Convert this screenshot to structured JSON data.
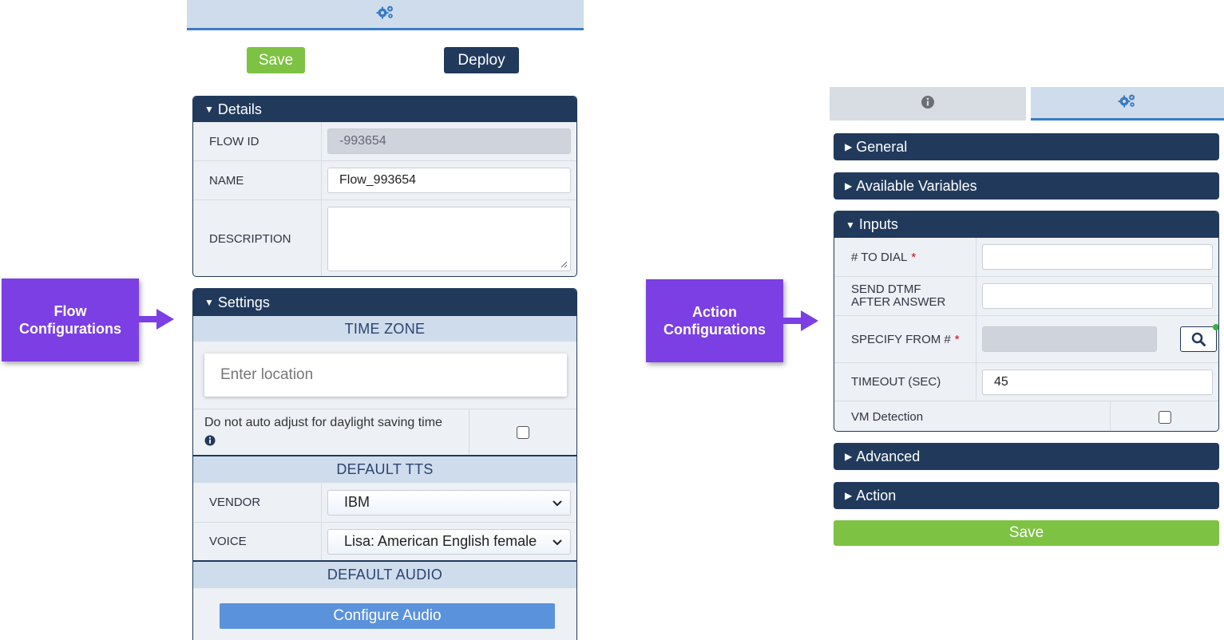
{
  "flow": {
    "topbar_icon": "gears-icon",
    "save_label": "Save",
    "deploy_label": "Deploy",
    "details": {
      "title": "Details",
      "flow_id_label": "FLOW ID",
      "flow_id_value": "-993654",
      "name_label": "NAME",
      "name_value": "Flow_993654",
      "description_label": "DESCRIPTION",
      "description_value": ""
    },
    "settings": {
      "title": "Settings",
      "time_zone_label": "TIME ZONE",
      "location_placeholder": "Enter location",
      "daylight_label": "Do not auto adjust for daylight saving time",
      "daylight_checked": false,
      "default_tts_label": "DEFAULT TTS",
      "vendor_label": "VENDOR",
      "vendor_value": "IBM",
      "voice_label": "VOICE",
      "voice_value": "Lisa: American English female",
      "default_audio_label": "DEFAULT AUDIO",
      "configure_audio_label": "Configure Audio"
    }
  },
  "callouts": {
    "flow": "Flow Configurations",
    "action": "Action Configurations"
  },
  "action": {
    "tabs": [
      {
        "icon": "info-icon"
      },
      {
        "icon": "gears-icon"
      }
    ],
    "sections": {
      "general": "General",
      "available_variables": "Available Variables",
      "inputs": "Inputs",
      "advanced": "Advanced",
      "action": "Action"
    },
    "inputs": {
      "to_dial_label": "# TO DIAL",
      "to_dial_value": "",
      "send_dtmf_label_1": "SEND DTMF",
      "send_dtmf_label_2": "AFTER ANSWER",
      "send_dtmf_value": "",
      "specify_from_label": "SPECIFY FROM #",
      "specify_from_value": "",
      "timeout_label": "TIMEOUT (SEC)",
      "timeout_value": "45",
      "vm_detection_label": "VM Detection",
      "vm_detection_checked": false,
      "required_marker": "*"
    },
    "save_label": "Save"
  },
  "colors": {
    "navy": "#213a5c",
    "green": "#7dc242",
    "purple": "#7b3fe4",
    "light_blue": "#cfdcec",
    "accent_blue": "#3a7cc4",
    "audio_button": "#5b92dc"
  }
}
